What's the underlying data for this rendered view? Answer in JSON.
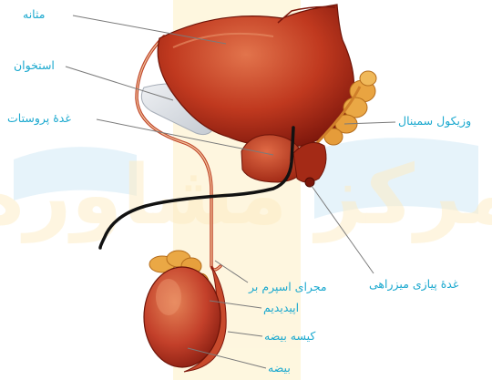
{
  "labels": {
    "bladder": "مثانه",
    "bone": "استخوان",
    "prostate": "غدهٔ پروستات",
    "seminal_vesicle": "وزیکول سمینال",
    "bulbourethral": "غدهٔ پیازی میزراهی",
    "vas_deferens": "مجرای اسپرم بر",
    "epididymis": "اپیدیدیم",
    "scrotum": "کیسه بیضه",
    "testis": "بیضه"
  },
  "watermark": "مرکز مشاوره",
  "colors": {
    "label_text": "#1ca9cf",
    "leader_line": "#7a7a7a",
    "organ_dark": "#8a1c10",
    "organ_main": "#c0391f",
    "organ_light": "#de6b45",
    "bone": "#d9dde3",
    "seminal_vesicle": "#e8a040",
    "watermark_yellow": "#fde9b8",
    "watermark_blue": "#d9eef8"
  }
}
